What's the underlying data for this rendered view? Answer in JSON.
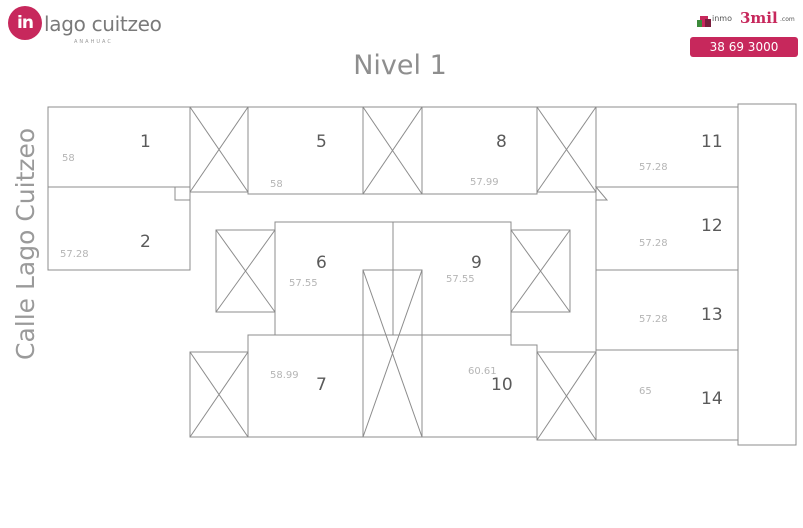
{
  "brand": {
    "logo_mark": "in",
    "name": "lago cuitzeo",
    "subtitle": "ANAHUAC"
  },
  "agency": {
    "prefix": "inmo",
    "name": "3mil",
    "suffix": ".com",
    "phone": "38 69 3000",
    "icon": "house-icon",
    "accent": "#c7285c"
  },
  "level_title": "Nivel 1",
  "street_label": "Calle Lago Cuitzeo",
  "units": [
    {
      "number": "1",
      "area": "58"
    },
    {
      "number": "2",
      "area": "57.28"
    },
    {
      "number": "5",
      "area": "58"
    },
    {
      "number": "6",
      "area": "57.55"
    },
    {
      "number": "7",
      "area": "58.99"
    },
    {
      "number": "8",
      "area": "57.99"
    },
    {
      "number": "9",
      "area": "57.55"
    },
    {
      "number": "10",
      "area": "60.61"
    },
    {
      "number": "11",
      "area": "57.28"
    },
    {
      "number": "12",
      "area": "57.28"
    },
    {
      "number": "13",
      "area": "57.28"
    },
    {
      "number": "14",
      "area": "65"
    }
  ]
}
